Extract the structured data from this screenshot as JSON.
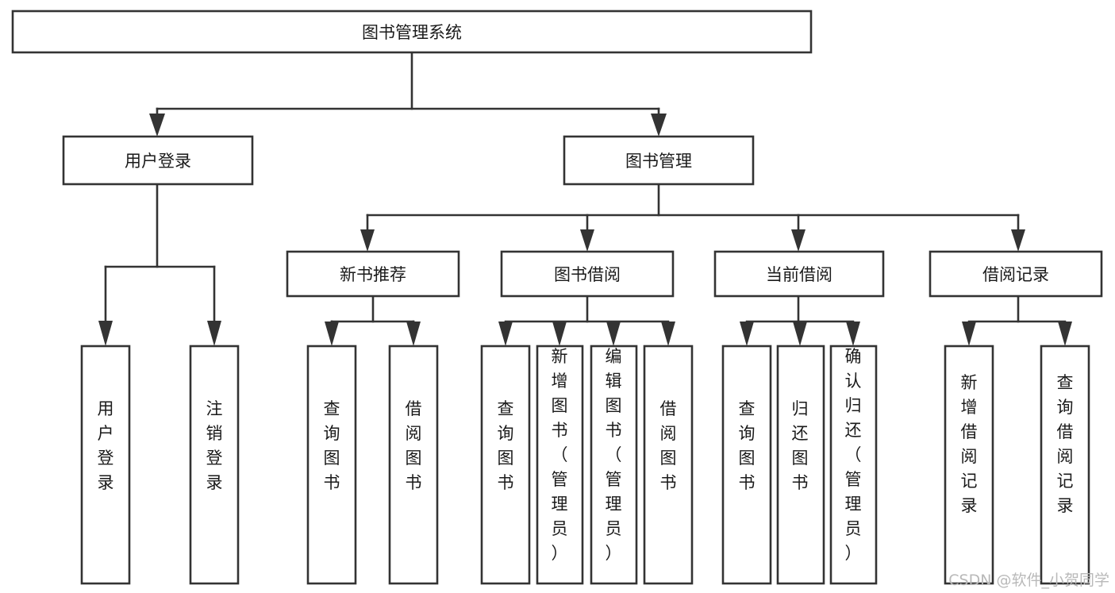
{
  "diagram": {
    "type": "tree",
    "title": "图书管理系统",
    "orientation": "top-down",
    "colors": {
      "box_fill": "#ffffff",
      "box_stroke": "#333333",
      "text": "#1a1a1a",
      "watermark": "#b9b9b9",
      "background": "#ffffff"
    },
    "root": {
      "label": "图书管理系统",
      "text_orientation": "horizontal"
    },
    "level2": [
      {
        "label": "用户登录",
        "text_orientation": "horizontal"
      },
      {
        "label": "图书管理",
        "text_orientation": "horizontal"
      }
    ],
    "level3": [
      {
        "label": "新书推荐",
        "text_orientation": "horizontal",
        "parent": "图书管理"
      },
      {
        "label": "图书借阅",
        "text_orientation": "horizontal",
        "parent": "图书管理"
      },
      {
        "label": "当前借阅",
        "text_orientation": "horizontal",
        "parent": "图书管理"
      },
      {
        "label": "借阅记录",
        "text_orientation": "horizontal",
        "parent": "图书管理"
      }
    ],
    "leaves": [
      {
        "label": "用户登录",
        "parent": "用户登录",
        "text_orientation": "vertical"
      },
      {
        "label": "注销登录",
        "parent": "用户登录",
        "text_orientation": "vertical"
      },
      {
        "label": "查询图书",
        "parent": "新书推荐",
        "text_orientation": "vertical"
      },
      {
        "label": "借阅图书",
        "parent": "新书推荐",
        "text_orientation": "vertical"
      },
      {
        "label": "查询图书",
        "parent": "图书借阅",
        "text_orientation": "vertical"
      },
      {
        "label": "新增图书（管理员）",
        "parent": "图书借阅",
        "text_orientation": "vertical"
      },
      {
        "label": "编辑图书（管理员）",
        "parent": "图书借阅",
        "text_orientation": "vertical"
      },
      {
        "label": "借阅图书",
        "parent": "图书借阅",
        "text_orientation": "vertical"
      },
      {
        "label": "查询图书",
        "parent": "当前借阅",
        "text_orientation": "vertical"
      },
      {
        "label": "归还图书",
        "parent": "当前借阅",
        "text_orientation": "vertical"
      },
      {
        "label": "确认归还（管理员）",
        "parent": "当前借阅",
        "text_orientation": "vertical"
      },
      {
        "label": "新增借阅记录",
        "parent": "借阅记录",
        "text_orientation": "vertical"
      },
      {
        "label": "查询借阅记录",
        "parent": "借阅记录",
        "text_orientation": "vertical"
      }
    ],
    "watermark": "CSDN @软件_小贺同学"
  }
}
